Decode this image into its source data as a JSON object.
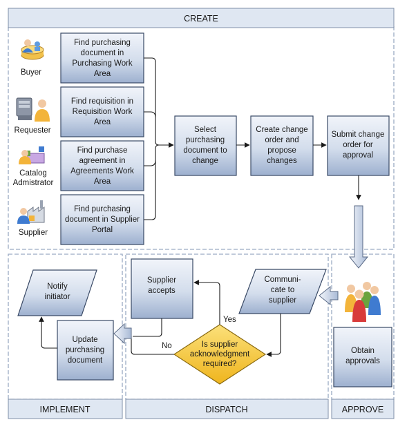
{
  "sections": {
    "create": "CREATE",
    "implement": "IMPLEMENT",
    "dispatch": "DISPATCH",
    "approve": "APPROVE"
  },
  "actors": {
    "buyer": "Buyer",
    "requester": "Requester",
    "catalog_admin": [
      "Catalog",
      "Admistrator"
    ],
    "supplier": "Supplier"
  },
  "find_boxes": {
    "purchasing": [
      "Find purchasing",
      "document in",
      "Purchasing Work",
      "Area"
    ],
    "requisition": [
      "Find requisition in",
      "Requisition Work",
      "Area"
    ],
    "agreement": [
      "Find purchase",
      "agreement in",
      "Agreements Work",
      "Area"
    ],
    "supplier_portal": [
      "Find purchasing",
      "document in Supplier",
      "Portal"
    ]
  },
  "steps": {
    "select": [
      "Select",
      "purchasing",
      "document to",
      "change"
    ],
    "create_change": [
      "Create change",
      "order and",
      "propose",
      "changes"
    ],
    "submit": [
      "Submit change",
      "order for",
      "approval"
    ],
    "obtain": [
      "Obtain",
      "approvals"
    ],
    "communicate": [
      "Communi-",
      "cate to",
      "supplier"
    ],
    "decision": [
      "Is supplier",
      "acknowledgment",
      "required?"
    ],
    "supplier_accepts": [
      "Supplier",
      "accepts"
    ],
    "update": [
      "Update",
      "purchasing",
      "document"
    ],
    "notify": [
      "Notify",
      "initiator"
    ]
  },
  "edge_labels": {
    "yes": "Yes",
    "no": "No"
  },
  "icons": {
    "buyer": "buyer-person-icon",
    "requester": "requester-computer-person-icon",
    "catalog_admin": "catalog-administrator-icon",
    "supplier": "supplier-factory-icon",
    "approvers": "group-of-people-icon"
  },
  "colors": {
    "box_fill_top": "#eef2f9",
    "box_fill_bottom": "#a7b8d3",
    "box_border": "#3a4a66",
    "decision_fill": "#f5c431",
    "header_fill": "#dfe7f2",
    "dash": "#9aaac4"
  }
}
